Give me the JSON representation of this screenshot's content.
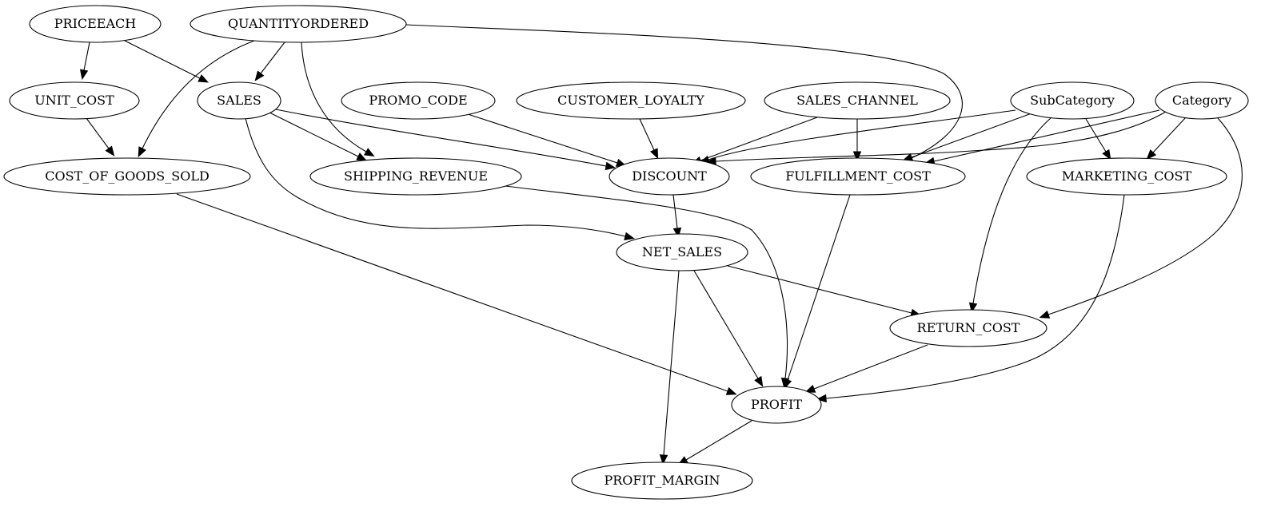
{
  "diagram": {
    "nodes": [
      {
        "id": "PRICEEACH",
        "label": "PRICEEACH"
      },
      {
        "id": "QUANTITYORDERED",
        "label": "QUANTITYORDERED"
      },
      {
        "id": "UNIT_COST",
        "label": "UNIT_COST"
      },
      {
        "id": "SALES",
        "label": "SALES"
      },
      {
        "id": "PROMO_CODE",
        "label": "PROMO_CODE"
      },
      {
        "id": "CUSTOMER_LOYALTY",
        "label": "CUSTOMER_LOYALTY"
      },
      {
        "id": "SALES_CHANNEL",
        "label": "SALES_CHANNEL"
      },
      {
        "id": "SubCategory",
        "label": "SubCategory"
      },
      {
        "id": "Category",
        "label": "Category"
      },
      {
        "id": "COST_OF_GOODS_SOLD",
        "label": "COST_OF_GOODS_SOLD"
      },
      {
        "id": "SHIPPING_REVENUE",
        "label": "SHIPPING_REVENUE"
      },
      {
        "id": "DISCOUNT",
        "label": "DISCOUNT"
      },
      {
        "id": "FULFILLMENT_COST",
        "label": "FULFILLMENT_COST"
      },
      {
        "id": "MARKETING_COST",
        "label": "MARKETING_COST"
      },
      {
        "id": "NET_SALES",
        "label": "NET_SALES"
      },
      {
        "id": "RETURN_COST",
        "label": "RETURN_COST"
      },
      {
        "id": "PROFIT",
        "label": "PROFIT"
      },
      {
        "id": "PROFIT_MARGIN",
        "label": "PROFIT_MARGIN"
      }
    ],
    "edges": [
      {
        "from": "PRICEEACH",
        "to": "UNIT_COST"
      },
      {
        "from": "PRICEEACH",
        "to": "SALES"
      },
      {
        "from": "QUANTITYORDERED",
        "to": "SALES"
      },
      {
        "from": "QUANTITYORDERED",
        "to": "COST_OF_GOODS_SOLD"
      },
      {
        "from": "QUANTITYORDERED",
        "to": "SHIPPING_REVENUE"
      },
      {
        "from": "QUANTITYORDERED",
        "to": "FULFILLMENT_COST"
      },
      {
        "from": "UNIT_COST",
        "to": "COST_OF_GOODS_SOLD"
      },
      {
        "from": "SALES",
        "to": "SHIPPING_REVENUE"
      },
      {
        "from": "SALES",
        "to": "DISCOUNT"
      },
      {
        "from": "SALES",
        "to": "NET_SALES"
      },
      {
        "from": "PROMO_CODE",
        "to": "DISCOUNT"
      },
      {
        "from": "CUSTOMER_LOYALTY",
        "to": "DISCOUNT"
      },
      {
        "from": "SALES_CHANNEL",
        "to": "DISCOUNT"
      },
      {
        "from": "SALES_CHANNEL",
        "to": "FULFILLMENT_COST"
      },
      {
        "from": "SubCategory",
        "to": "DISCOUNT"
      },
      {
        "from": "SubCategory",
        "to": "FULFILLMENT_COST"
      },
      {
        "from": "SubCategory",
        "to": "MARKETING_COST"
      },
      {
        "from": "SubCategory",
        "to": "RETURN_COST"
      },
      {
        "from": "Category",
        "to": "DISCOUNT"
      },
      {
        "from": "Category",
        "to": "FULFILLMENT_COST"
      },
      {
        "from": "Category",
        "to": "MARKETING_COST"
      },
      {
        "from": "Category",
        "to": "RETURN_COST"
      },
      {
        "from": "COST_OF_GOODS_SOLD",
        "to": "PROFIT"
      },
      {
        "from": "SHIPPING_REVENUE",
        "to": "PROFIT"
      },
      {
        "from": "DISCOUNT",
        "to": "NET_SALES"
      },
      {
        "from": "FULFILLMENT_COST",
        "to": "PROFIT"
      },
      {
        "from": "MARKETING_COST",
        "to": "PROFIT"
      },
      {
        "from": "NET_SALES",
        "to": "RETURN_COST"
      },
      {
        "from": "NET_SALES",
        "to": "PROFIT"
      },
      {
        "from": "NET_SALES",
        "to": "PROFIT_MARGIN"
      },
      {
        "from": "RETURN_COST",
        "to": "PROFIT"
      },
      {
        "from": "PROFIT",
        "to": "PROFIT_MARGIN"
      }
    ]
  }
}
